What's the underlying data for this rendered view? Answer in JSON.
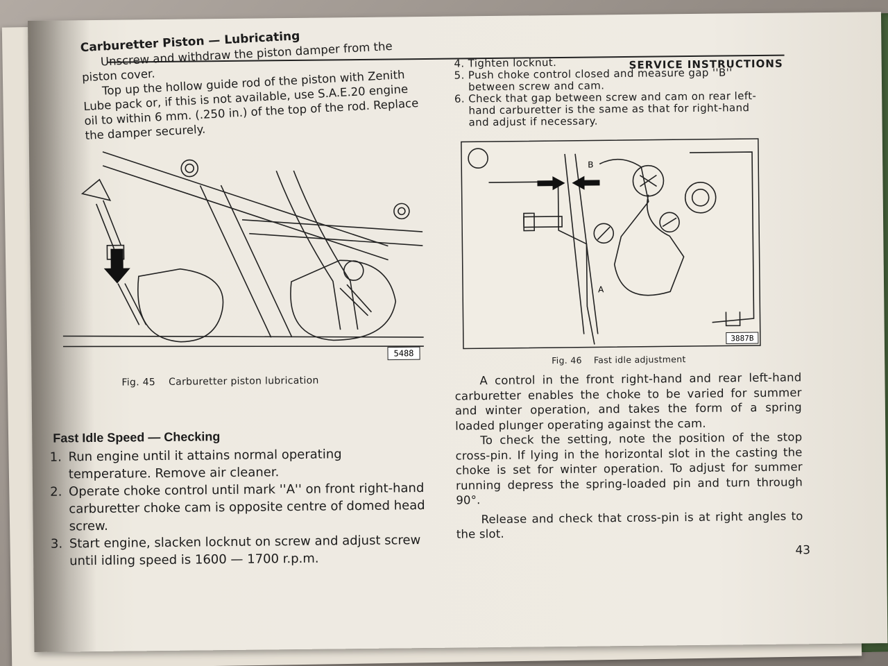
{
  "running_head": "SERVICE INSTRUCTIONS",
  "page_number": "43",
  "section1": {
    "title": "Carburetter Piston — Lubricating",
    "p1": "Unscrew and withdraw the piston damper from the piston cover.",
    "p2": "Top up the hollow guide rod of the piston with Zenith Lube pack or, if this is not available, use S.A.E.20 engine oil to within 6 mm. (.250 in.) of the top of the rod. Replace the damper securely."
  },
  "fig45": {
    "caption": "Fig. 45    Carburetter piston lubrication",
    "ref": "5488"
  },
  "section2": {
    "title": "Fast Idle Speed — Checking",
    "steps": [
      "Run engine until it attains normal operating temperature. Remove air cleaner.",
      "Operate choke control until mark ''A'' on front right-hand carburetter choke cam is opposite centre of domed head screw.",
      "Start engine, slacken locknut on screw and adjust screw until idling speed is 1600 — 1700 r.p.m."
    ]
  },
  "right_steps": [
    "Tighten locknut.",
    "Push choke control closed and measure gap ''B'' between screw and cam.",
    "Check that gap between screw and cam on rear left-hand carburetter is the same as that for right-hand and adjust if necessary."
  ],
  "fig46": {
    "caption": "Fig. 46    Fast idle adjustment",
    "ref": "3887B",
    "label_a": "A",
    "label_b": "B"
  },
  "right_paras": [
    "A control in the front right-hand and rear left-hand carburetter enables the choke to be varied for summer and winter operation, and takes the form of a spring loaded plunger operating against the cam.",
    "To check the setting, note the position of the stop cross-pin. If lying in the horizontal slot in the casting the choke is set for winter operation. To adjust for summer running depress the spring-loaded pin and turn through 90°.",
    "Release and check that cross-pin is at right angles to the slot."
  ]
}
